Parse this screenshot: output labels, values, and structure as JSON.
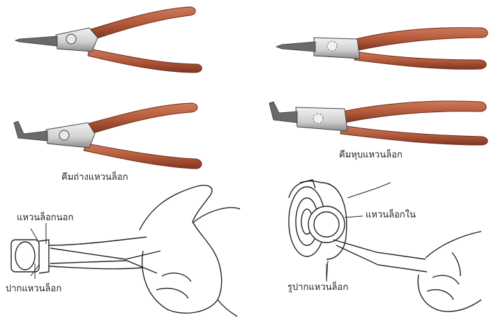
{
  "captions": {
    "external_pliers": "คีมถ่างแหวนล็อก",
    "internal_pliers": "คีมหุบแหวนล็อก"
  },
  "callouts": {
    "external_ring": "แหวนล็อกนอก",
    "ring_lug": "ปากแหวนล็อก",
    "internal_ring": "แหวนล็อกใน",
    "ring_hole": "รูปากแหวนล็อก"
  },
  "colors": {
    "handle": "#b45a3c",
    "handle_dark": "#8a3e26",
    "metal": "#d9d9d9",
    "metal_dark": "#555555",
    "line": "#222222"
  }
}
